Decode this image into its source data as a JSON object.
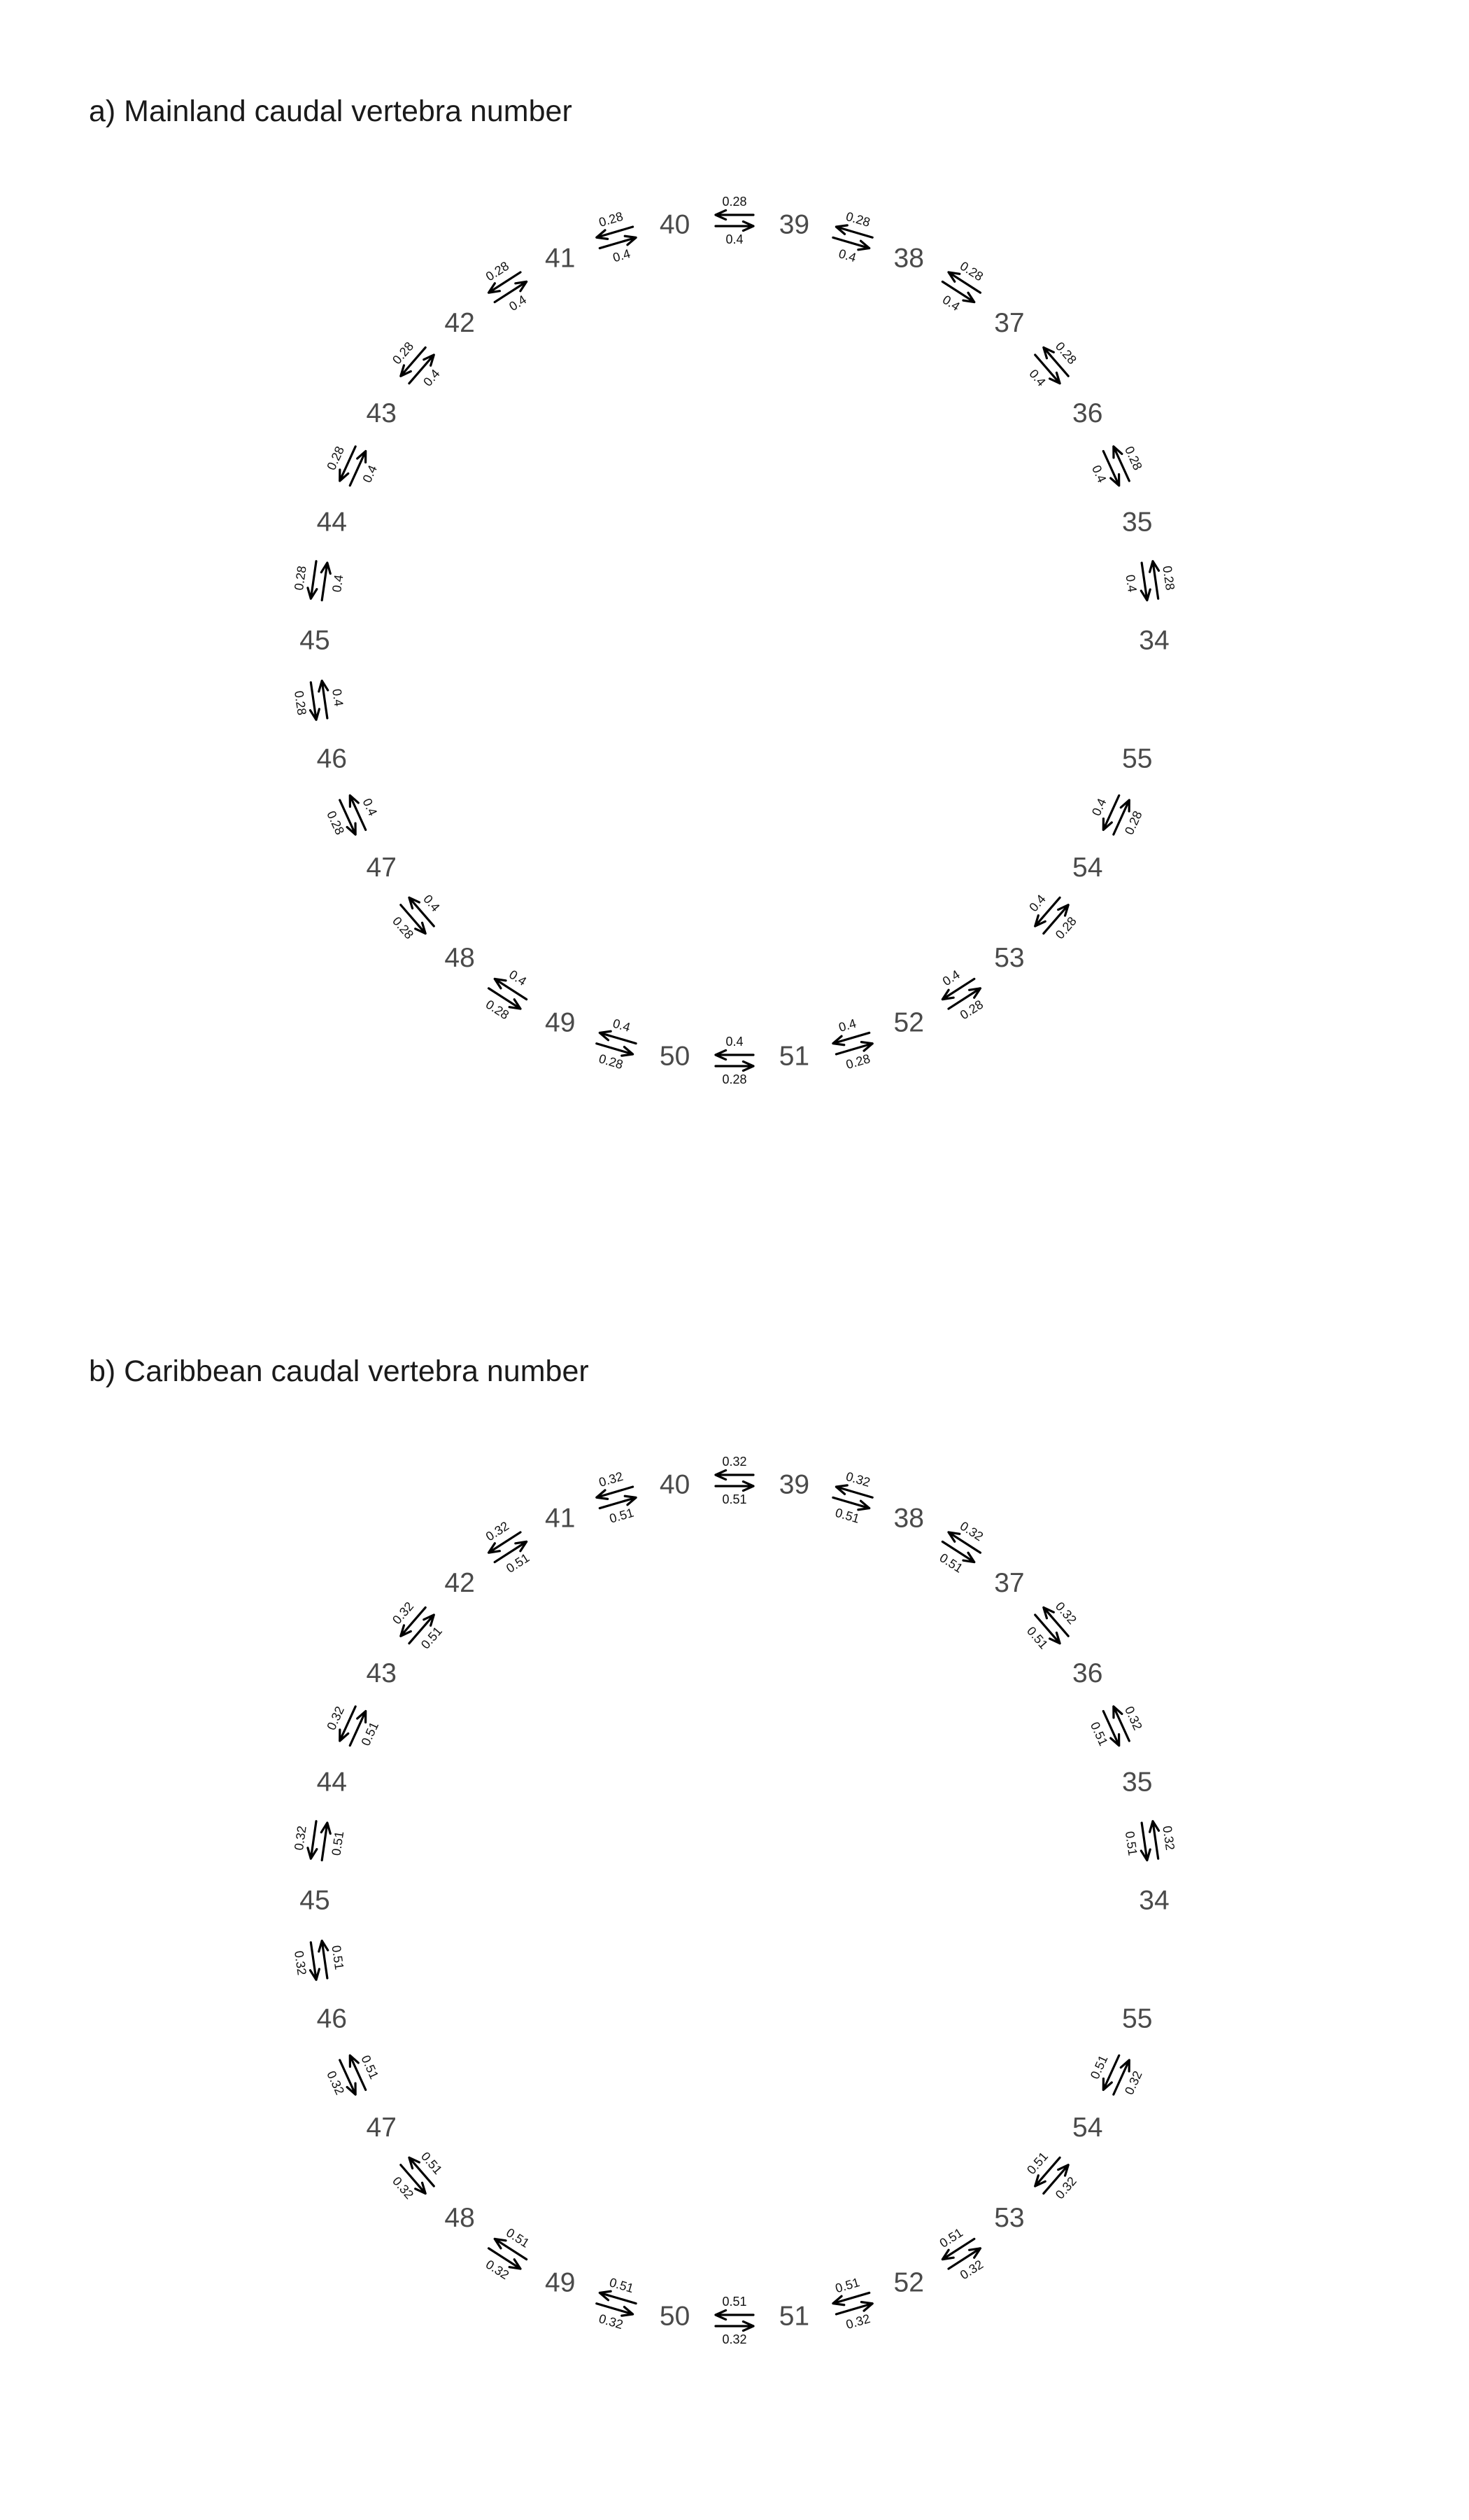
{
  "figure": {
    "panels": [
      {
        "id": "a",
        "title": "a) Mainland caudal vertebra number",
        "forward_rate": "0.28",
        "backward_rate": "0.4"
      },
      {
        "id": "b",
        "title": "b) Caribbean caudal vertebra number",
        "forward_rate": "0.32",
        "backward_rate": "0.51"
      }
    ],
    "states": [
      "34",
      "35",
      "36",
      "37",
      "38",
      "39",
      "40",
      "41",
      "42",
      "43",
      "44",
      "45",
      "46",
      "47",
      "48",
      "49",
      "50",
      "51",
      "52",
      "53",
      "54",
      "55"
    ],
    "edge_color": "#000000",
    "state_label_color": "#4a4a4a"
  },
  "chart_data": [
    {
      "type": "diagram",
      "title": "a) Mainland caudal vertebra number",
      "nodes": [
        "34",
        "35",
        "36",
        "37",
        "38",
        "39",
        "40",
        "41",
        "42",
        "43",
        "44",
        "45",
        "46",
        "47",
        "48",
        "49",
        "50",
        "51",
        "52",
        "53",
        "54",
        "55"
      ],
      "edges": [
        {
          "from": "34",
          "to": "35",
          "rate": 0.28
        },
        {
          "from": "35",
          "to": "34",
          "rate": 0.4
        },
        {
          "from": "35",
          "to": "36",
          "rate": 0.28
        },
        {
          "from": "36",
          "to": "35",
          "rate": 0.4
        },
        {
          "from": "36",
          "to": "37",
          "rate": 0.28
        },
        {
          "from": "37",
          "to": "36",
          "rate": 0.4
        },
        {
          "from": "37",
          "to": "38",
          "rate": 0.28
        },
        {
          "from": "38",
          "to": "37",
          "rate": 0.4
        },
        {
          "from": "38",
          "to": "39",
          "rate": 0.28
        },
        {
          "from": "39",
          "to": "38",
          "rate": 0.4
        },
        {
          "from": "39",
          "to": "40",
          "rate": 0.28
        },
        {
          "from": "40",
          "to": "39",
          "rate": 0.4
        },
        {
          "from": "40",
          "to": "41",
          "rate": 0.28
        },
        {
          "from": "41",
          "to": "40",
          "rate": 0.4
        },
        {
          "from": "41",
          "to": "42",
          "rate": 0.28
        },
        {
          "from": "42",
          "to": "41",
          "rate": 0.4
        },
        {
          "from": "42",
          "to": "43",
          "rate": 0.28
        },
        {
          "from": "43",
          "to": "42",
          "rate": 0.4
        },
        {
          "from": "43",
          "to": "44",
          "rate": 0.28
        },
        {
          "from": "44",
          "to": "43",
          "rate": 0.4
        },
        {
          "from": "44",
          "to": "45",
          "rate": 0.28
        },
        {
          "from": "45",
          "to": "44",
          "rate": 0.4
        },
        {
          "from": "45",
          "to": "46",
          "rate": 0.28
        },
        {
          "from": "46",
          "to": "45",
          "rate": 0.4
        },
        {
          "from": "46",
          "to": "47",
          "rate": 0.28
        },
        {
          "from": "47",
          "to": "46",
          "rate": 0.4
        },
        {
          "from": "47",
          "to": "48",
          "rate": 0.28
        },
        {
          "from": "48",
          "to": "47",
          "rate": 0.4
        },
        {
          "from": "48",
          "to": "49",
          "rate": 0.28
        },
        {
          "from": "49",
          "to": "48",
          "rate": 0.4
        },
        {
          "from": "49",
          "to": "50",
          "rate": 0.28
        },
        {
          "from": "50",
          "to": "49",
          "rate": 0.4
        },
        {
          "from": "50",
          "to": "51",
          "rate": 0.28
        },
        {
          "from": "51",
          "to": "50",
          "rate": 0.4
        },
        {
          "from": "51",
          "to": "52",
          "rate": 0.28
        },
        {
          "from": "52",
          "to": "51",
          "rate": 0.4
        },
        {
          "from": "52",
          "to": "53",
          "rate": 0.28
        },
        {
          "from": "53",
          "to": "52",
          "rate": 0.4
        },
        {
          "from": "53",
          "to": "54",
          "rate": 0.28
        },
        {
          "from": "54",
          "to": "53",
          "rate": 0.4
        },
        {
          "from": "54",
          "to": "55",
          "rate": 0.28
        },
        {
          "from": "55",
          "to": "54",
          "rate": 0.4
        }
      ]
    },
    {
      "type": "diagram",
      "title": "b) Caribbean caudal vertebra number",
      "nodes": [
        "34",
        "35",
        "36",
        "37",
        "38",
        "39",
        "40",
        "41",
        "42",
        "43",
        "44",
        "45",
        "46",
        "47",
        "48",
        "49",
        "50",
        "51",
        "52",
        "53",
        "54",
        "55"
      ],
      "edges": [
        {
          "from": "34",
          "to": "35",
          "rate": 0.32
        },
        {
          "from": "35",
          "to": "34",
          "rate": 0.51
        },
        {
          "from": "35",
          "to": "36",
          "rate": 0.32
        },
        {
          "from": "36",
          "to": "35",
          "rate": 0.51
        },
        {
          "from": "36",
          "to": "37",
          "rate": 0.32
        },
        {
          "from": "37",
          "to": "36",
          "rate": 0.51
        },
        {
          "from": "37",
          "to": "38",
          "rate": 0.32
        },
        {
          "from": "38",
          "to": "37",
          "rate": 0.51
        },
        {
          "from": "38",
          "to": "39",
          "rate": 0.32
        },
        {
          "from": "39",
          "to": "38",
          "rate": 0.51
        },
        {
          "from": "39",
          "to": "40",
          "rate": 0.32
        },
        {
          "from": "40",
          "to": "39",
          "rate": 0.51
        },
        {
          "from": "40",
          "to": "41",
          "rate": 0.32
        },
        {
          "from": "41",
          "to": "40",
          "rate": 0.51
        },
        {
          "from": "41",
          "to": "42",
          "rate": 0.32
        },
        {
          "from": "42",
          "to": "41",
          "rate": 0.51
        },
        {
          "from": "42",
          "to": "43",
          "rate": 0.32
        },
        {
          "from": "43",
          "to": "42",
          "rate": 0.51
        },
        {
          "from": "43",
          "to": "44",
          "rate": 0.32
        },
        {
          "from": "44",
          "to": "43",
          "rate": 0.51
        },
        {
          "from": "44",
          "to": "45",
          "rate": 0.32
        },
        {
          "from": "45",
          "to": "44",
          "rate": 0.51
        },
        {
          "from": "45",
          "to": "46",
          "rate": 0.32
        },
        {
          "from": "46",
          "to": "45",
          "rate": 0.51
        },
        {
          "from": "46",
          "to": "47",
          "rate": 0.32
        },
        {
          "from": "47",
          "to": "46",
          "rate": 0.51
        },
        {
          "from": "47",
          "to": "48",
          "rate": 0.32
        },
        {
          "from": "48",
          "to": "47",
          "rate": 0.51
        },
        {
          "from": "48",
          "to": "49",
          "rate": 0.32
        },
        {
          "from": "49",
          "to": "48",
          "rate": 0.51
        },
        {
          "from": "49",
          "to": "50",
          "rate": 0.32
        },
        {
          "from": "50",
          "to": "49",
          "rate": 0.51
        },
        {
          "from": "50",
          "to": "51",
          "rate": 0.32
        },
        {
          "from": "51",
          "to": "50",
          "rate": 0.51
        },
        {
          "from": "51",
          "to": "52",
          "rate": 0.32
        },
        {
          "from": "52",
          "to": "51",
          "rate": 0.51
        },
        {
          "from": "52",
          "to": "53",
          "rate": 0.32
        },
        {
          "from": "53",
          "to": "52",
          "rate": 0.51
        },
        {
          "from": "53",
          "to": "54",
          "rate": 0.32
        },
        {
          "from": "54",
          "to": "53",
          "rate": 0.51
        },
        {
          "from": "54",
          "to": "55",
          "rate": 0.32
        },
        {
          "from": "55",
          "to": "54",
          "rate": 0.51
        }
      ]
    }
  ]
}
